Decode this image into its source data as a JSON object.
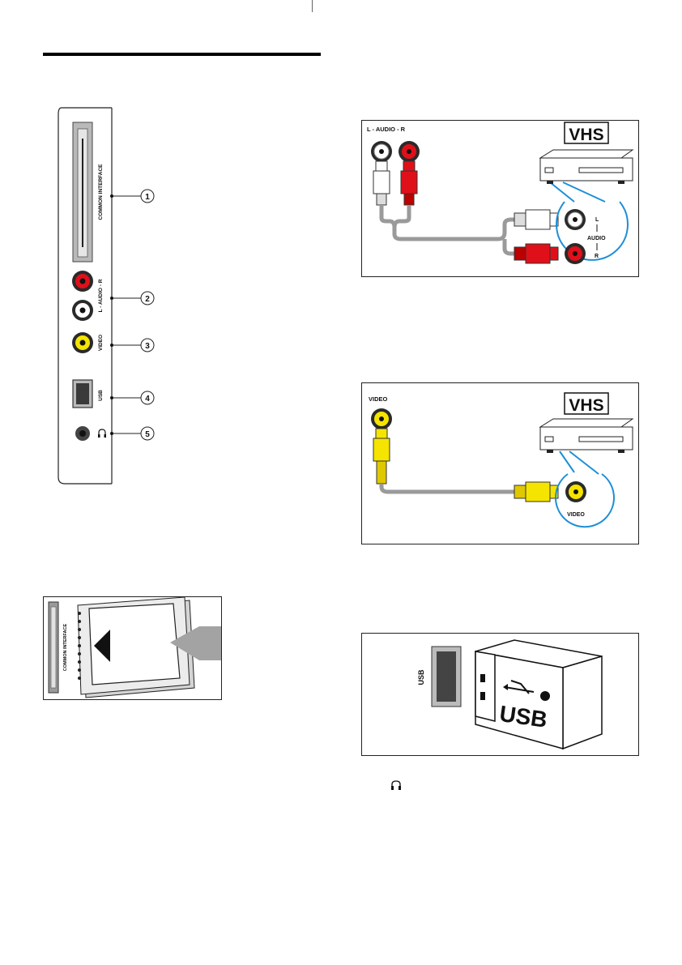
{
  "side_panel": {
    "connectors": [
      {
        "number": "1",
        "label": "COMMON INTERFACE"
      },
      {
        "number": "2",
        "label": "L - AUDIO - R"
      },
      {
        "number": "3",
        "label": "VIDEO"
      },
      {
        "number": "4",
        "label": "USB"
      },
      {
        "number": "5",
        "label": ""
      }
    ]
  },
  "ci_card": {
    "slot_label": "COMMON INTERFACE"
  },
  "audio_diagram": {
    "top_label": "L - AUDIO - R",
    "device_logo": "VHS",
    "device_label_l": "L",
    "device_label_audio": "AUDIO",
    "device_label_r": "R"
  },
  "video_diagram": {
    "top_label": "VIDEO",
    "device_logo": "VHS",
    "device_label": "VIDEO"
  },
  "usb_diagram": {
    "port_label": "USB",
    "stick_text": "USB"
  },
  "headphone_note": {
    "icon": "headphone-icon"
  },
  "colors": {
    "red": "#e0101a",
    "yellow": "#f5e400",
    "white": "#ffffff",
    "callout_blue": "#1d8fd6",
    "cable_gray": "#9a9a9a",
    "panel_gray": "#8a8a8a"
  }
}
